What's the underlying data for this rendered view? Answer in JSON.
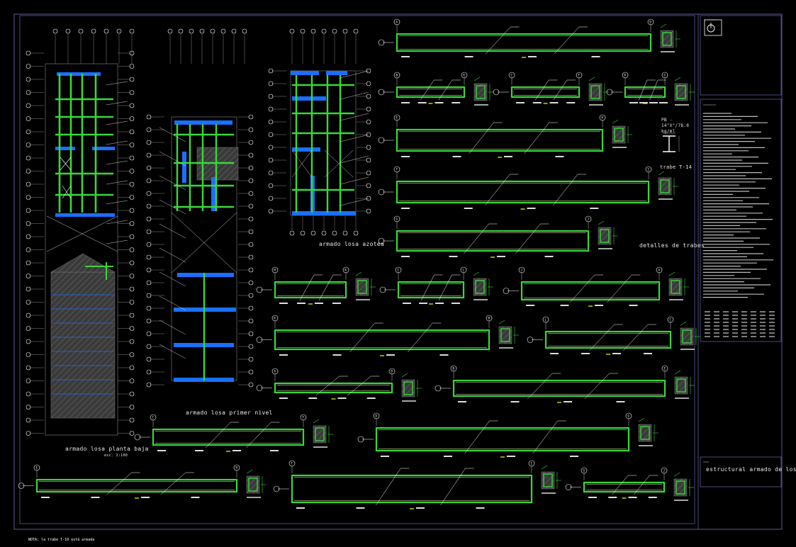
{
  "titles": {
    "plan_ground": "armado losa planta baja",
    "plan_ground_scale": "esc. 1:100",
    "plan_first": "armado losa primer nivel",
    "plan_roof": "armado losa azotea",
    "beam_details": "detalles de trabes",
    "beam_section": "trabe T-14",
    "section_spec": "PB - 14\"X\"/78.0 kg/ml",
    "sheet_title": "estructural armado de losas"
  },
  "footer_note": "NOTA: la trabe T-10 está armada",
  "colors": {
    "background": "#000000",
    "frame": "#5a5a9a",
    "beam_green": "#39d839",
    "beam_fill": "#ffffcc",
    "slab_blue": "#1a6fff",
    "hatch_grey": "#5c5c5c",
    "annotation": "#ffffff"
  },
  "beam_axis_labels": [
    "A",
    "B",
    "C",
    "D",
    "E",
    "F",
    "G",
    "H",
    "I",
    "J",
    "K",
    "L"
  ],
  "icons": [
    "north-arrow-icon"
  ]
}
